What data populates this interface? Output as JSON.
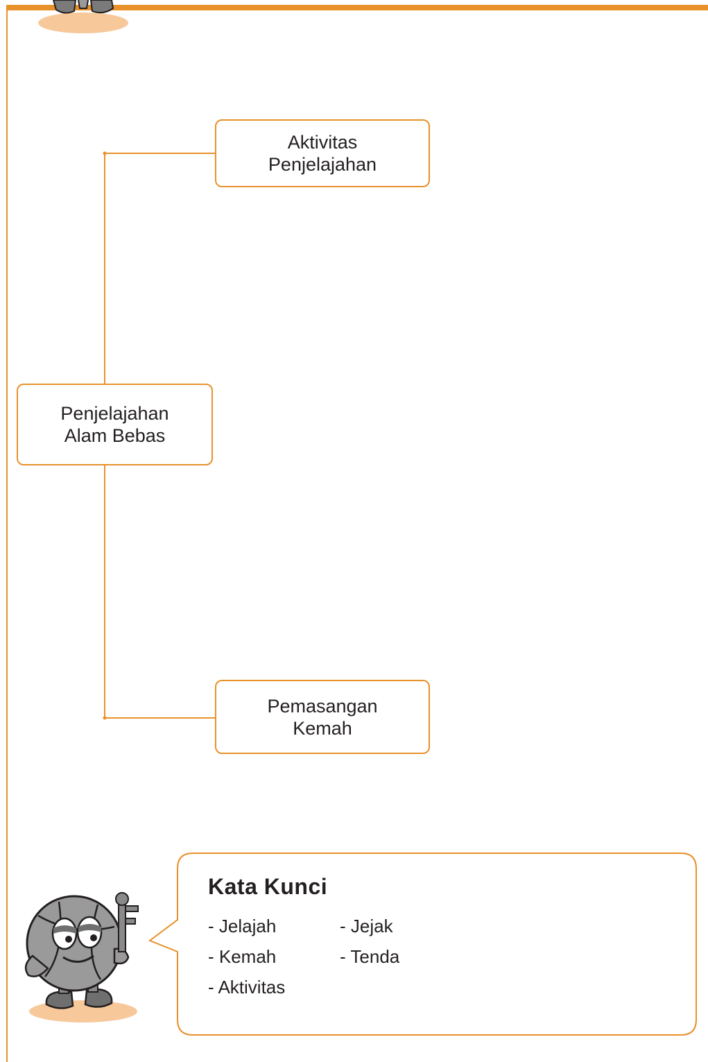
{
  "diagram": {
    "root": {
      "line1": "Penjelajahan",
      "line2": "Alam Bebas"
    },
    "branches": [
      {
        "line1": "Aktivitas",
        "line2": "Penjelajahan"
      },
      {
        "line1": "Pemasangan",
        "line2": "Kemah"
      }
    ]
  },
  "keywords_box": {
    "title": "Kata  Kunci",
    "items": [
      "- Jelajah",
      "- Jejak",
      "-  Kemah",
      "- Tenda",
      "- Aktivitas"
    ]
  },
  "colors": {
    "accent": "#e8912a",
    "shadow": "#f7c89a",
    "text": "#231f20"
  },
  "icons": {
    "top": "mascot-feet-icon",
    "bottom": "key-mascot-icon"
  }
}
